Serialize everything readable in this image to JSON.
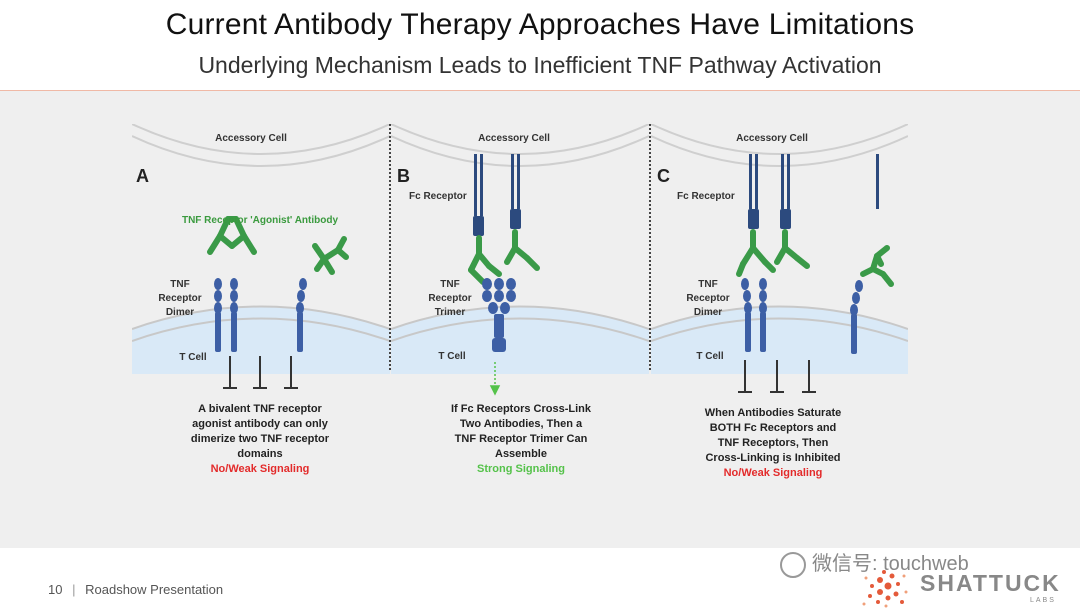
{
  "slide": {
    "title": "Current Antibody Therapy Approaches Have Limitations",
    "subtitle": "Underlying Mechanism Leads to Inefficient TNF Pathway Activation"
  },
  "panels": {
    "a": {
      "letter": "A",
      "accessory_cell": "Accessory Cell",
      "antibody_label": "TNF Receptor 'Agonist' Antibody",
      "receptor_label": [
        "TNF",
        "Receptor",
        "Dimer"
      ],
      "t_cell": "T Cell",
      "caption": [
        "A bivalent TNF receptor",
        "agonist antibody can only",
        "dimerize two TNF receptor",
        "domains"
      ],
      "signal": "No/Weak Signaling"
    },
    "b": {
      "letter": "B",
      "accessory_cell": "Accessory Cell",
      "fc_label": "Fc Receptor",
      "receptor_label": [
        "TNF",
        "Receptor",
        "Trimer"
      ],
      "t_cell": "T Cell",
      "caption": [
        "If Fc Receptors Cross-Link",
        "Two Antibodies, Then a",
        "TNF Receptor Trimer Can",
        "Assemble"
      ],
      "signal": "Strong Signaling"
    },
    "c": {
      "letter": "C",
      "accessory_cell": "Accessory Cell",
      "fc_label": "Fc Receptor",
      "receptor_label": [
        "TNF",
        "Receptor",
        "Dimer"
      ],
      "t_cell": "T Cell",
      "caption": [
        "When Antibodies Saturate",
        "BOTH Fc Receptors and",
        "TNF Receptors, Then",
        "Cross-Linking is Inhibited"
      ],
      "signal": "No/Weak Signaling"
    }
  },
  "footer": {
    "page_number": "10",
    "separator": "|",
    "label": "Roadshow Presentation",
    "watermark": "微信号: touchweb",
    "logo_text": "SHATTUCK",
    "logo_sub": "LABS"
  },
  "colors": {
    "receptor": "#3d5fa5",
    "fc_receptor": "#2c4a7e",
    "antibody": "#3a9a48",
    "membrane": "#cccccc",
    "t_cell_fill": "#d9e9f7",
    "signal_weak": "#e32b2b",
    "signal_strong": "#55c24a"
  }
}
